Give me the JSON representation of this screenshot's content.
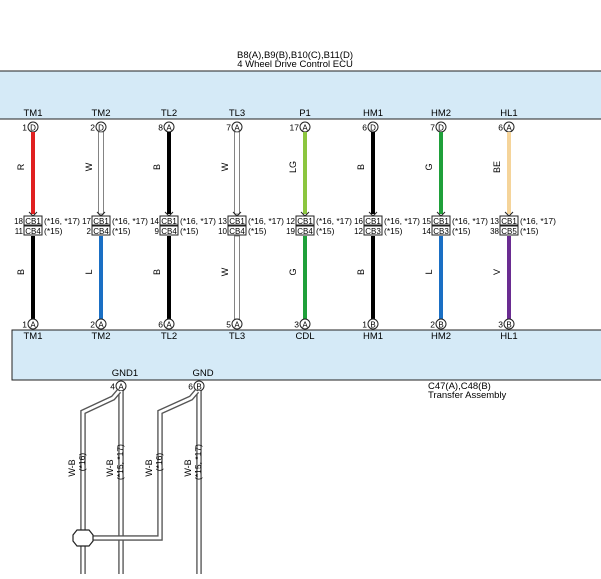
{
  "ecu": {
    "connectors": "B8(A),B9(B),B10(C),B11(D)",
    "name": "4 Wheel Drive Control ECU",
    "color": "#d5eaf7"
  },
  "transfer": {
    "connectors": "C47(A),C48(B)",
    "name": "Transfer Assembly",
    "color": "#d5eaf7"
  },
  "circuits": [
    {
      "ecu_term": "TM1",
      "ecu_pin": "1",
      "ecu_conn": "D",
      "top_wire": "R",
      "top_color": "#e02020",
      "junc_a_pin": "18",
      "junc_a_conn": "CB1",
      "junc_a_note": "(*16, *17)",
      "junc_b_pin": "11",
      "junc_b_conn": "CB4",
      "junc_b_note": "(*15)",
      "bot_wire": "B",
      "bot_color": "#000000",
      "tr_term": "TM1",
      "tr_pin": "1",
      "tr_conn": "A"
    },
    {
      "ecu_term": "TM2",
      "ecu_pin": "2",
      "ecu_conn": "D",
      "top_wire": "W",
      "top_color": "#ffffff",
      "junc_a_pin": "17",
      "junc_a_conn": "CB1",
      "junc_a_note": "(*16, *17)",
      "junc_b_pin": "2",
      "junc_b_conn": "CB4",
      "junc_b_note": "(*15)",
      "bot_wire": "L",
      "bot_color": "#1a6fc4",
      "tr_term": "TM2",
      "tr_pin": "2",
      "tr_conn": "A"
    },
    {
      "ecu_term": "TL2",
      "ecu_pin": "8",
      "ecu_conn": "A",
      "top_wire": "B",
      "top_color": "#000000",
      "junc_a_pin": "14",
      "junc_a_conn": "CB1",
      "junc_a_note": "(*16, *17)",
      "junc_b_pin": "9",
      "junc_b_conn": "CB4",
      "junc_b_note": "(*15)",
      "bot_wire": "B",
      "bot_color": "#000000",
      "tr_term": "TL2",
      "tr_pin": "6",
      "tr_conn": "A"
    },
    {
      "ecu_term": "TL3",
      "ecu_pin": "7",
      "ecu_conn": "A",
      "top_wire": "W",
      "top_color": "#ffffff",
      "junc_a_pin": "13",
      "junc_a_conn": "CB1",
      "junc_a_note": "(*16, *17)",
      "junc_b_pin": "10",
      "junc_b_conn": "CB4",
      "junc_b_note": "(*15)",
      "bot_wire": "W",
      "bot_color": "#ffffff",
      "tr_term": "TL3",
      "tr_pin": "5",
      "tr_conn": "A"
    },
    {
      "ecu_term": "P1",
      "ecu_pin": "17",
      "ecu_conn": "A",
      "top_wire": "LG",
      "top_color": "#8cc63f",
      "junc_a_pin": "12",
      "junc_a_conn": "CB1",
      "junc_a_note": "(*16, *17)",
      "junc_b_pin": "19",
      "junc_b_conn": "CB4",
      "junc_b_note": "(*15)",
      "bot_wire": "G",
      "bot_color": "#1fa03a",
      "tr_term": "CDL",
      "tr_pin": "3",
      "tr_conn": "A"
    },
    {
      "ecu_term": "HM1",
      "ecu_pin": "6",
      "ecu_conn": "D",
      "top_wire": "B",
      "top_color": "#000000",
      "junc_a_pin": "16",
      "junc_a_conn": "CB1",
      "junc_a_note": "(*16, *17)",
      "junc_b_pin": "12",
      "junc_b_conn": "CB3",
      "junc_b_note": "(*15)",
      "bot_wire": "B",
      "bot_color": "#000000",
      "tr_term": "HM1",
      "tr_pin": "1",
      "tr_conn": "B"
    },
    {
      "ecu_term": "HM2",
      "ecu_pin": "7",
      "ecu_conn": "D",
      "top_wire": "G",
      "top_color": "#1fa03a",
      "junc_a_pin": "15",
      "junc_a_conn": "CB1",
      "junc_a_note": "(*16, *17)",
      "junc_b_pin": "14",
      "junc_b_conn": "CB3",
      "junc_b_note": "(*15)",
      "bot_wire": "L",
      "bot_color": "#1a6fc4",
      "tr_term": "HM2",
      "tr_pin": "2",
      "tr_conn": "B"
    },
    {
      "ecu_term": "HL1",
      "ecu_pin": "6",
      "ecu_conn": "A",
      "top_wire": "BE",
      "top_color": "#f5d49a",
      "junc_a_pin": "13",
      "junc_a_conn": "CB1",
      "junc_a_note": "(*16, *17)",
      "junc_b_pin": "38",
      "junc_b_conn": "CB5",
      "junc_b_note": "(*15)",
      "bot_wire": "V",
      "bot_color": "#6a2c91",
      "tr_term": "HL1",
      "tr_pin": "3",
      "tr_conn": "B"
    }
  ],
  "grounds": [
    {
      "term": "GND1",
      "pin": "4",
      "conn": "A"
    },
    {
      "term": "GND",
      "pin": "6",
      "conn": "B"
    }
  ],
  "ground_wires": [
    {
      "color": "W-B",
      "note": "(*16)"
    },
    {
      "color": "W-B",
      "note": "(*15, *17)"
    },
    {
      "color": "W-B",
      "note": "(*16)"
    },
    {
      "color": "W-B",
      "note": "(*15, *17)"
    }
  ]
}
